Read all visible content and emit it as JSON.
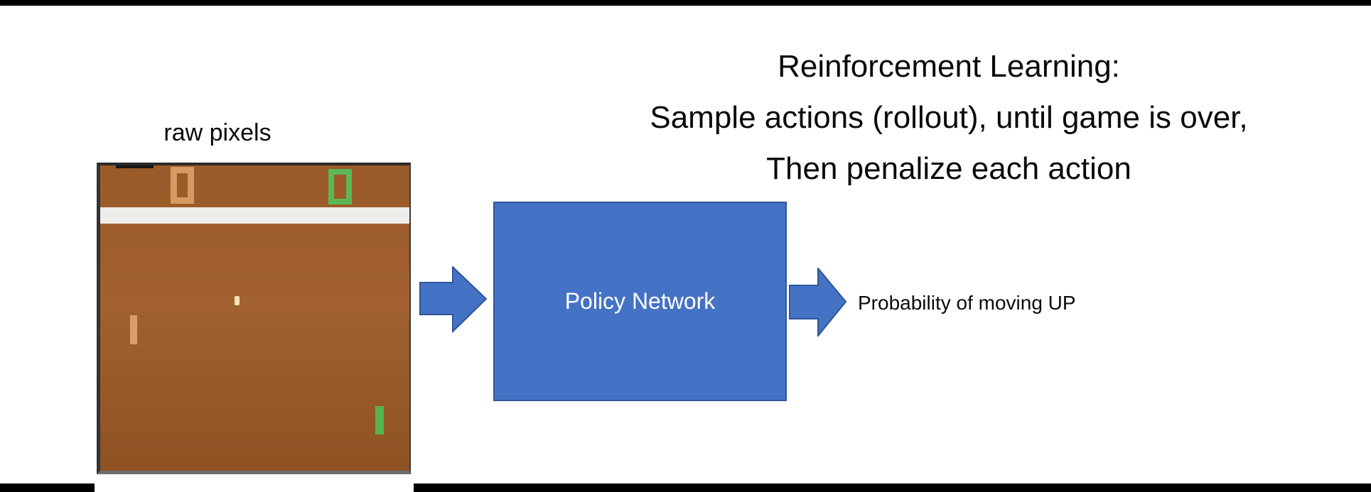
{
  "slide": {
    "title": {
      "lines": [
        "Reinforcement Learning:",
        "Sample actions (rollout), until game is over,",
        "Then penalize each action"
      ]
    },
    "raw_pixels_label": "raw pixels",
    "policy_box": {
      "label": "Policy Network",
      "fill": "#4472c4",
      "border": "#2f5597",
      "text_color": "#ffffff"
    },
    "output_label": "Probability of moving UP",
    "arrows": {
      "count": 2,
      "direction": "right",
      "fill": "#4472c4",
      "border": "#2f5597"
    },
    "game_screen": {
      "description": "pong-screenshot",
      "background": "#9c5b28",
      "left_score": {
        "value": "0",
        "color": "#d89a62"
      },
      "right_score": {
        "value": "0",
        "color": "#5cb757"
      },
      "divider_color": "#efede9",
      "ball_color": "#f6e3b8",
      "left_paddle_color": "#dc9e68",
      "right_paddle_color": "#54b552",
      "border_color": "#2b2b2b"
    },
    "decor_bars_color": "#000000"
  }
}
